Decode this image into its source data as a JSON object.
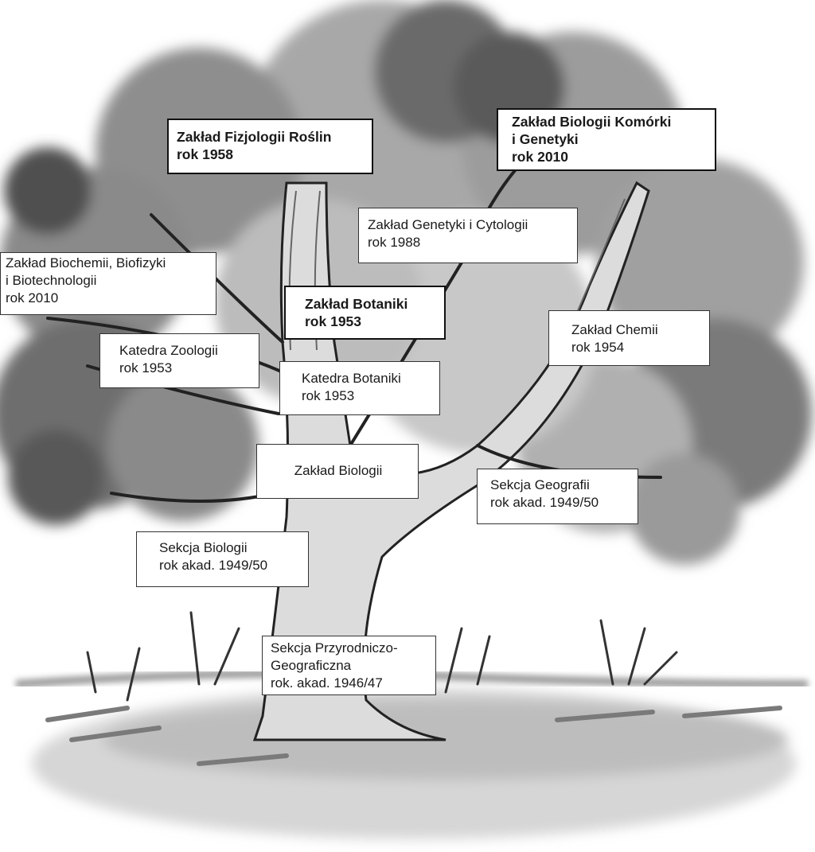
{
  "colors": {
    "foliage_dark": "#4a4a4a",
    "foliage_mid": "#8a8a8a",
    "foliage_light": "#c4c4c4",
    "trunk": "#d0d0d0",
    "ink": "#1a1a1a",
    "box_border": "#333333"
  },
  "labels": {
    "sekcja_przyrodniczo": [
      "Sekcja Przyrodniczo-",
      "Geograficzna",
      "rok. akad. 1946/47"
    ],
    "sekcja_biologii": [
      "Sekcja Biologii",
      "rok akad. 1949/50"
    ],
    "sekcja_geografii": [
      "Sekcja Geografii",
      "rok akad. 1949/50"
    ],
    "zaklad_biologii": [
      "Zakład Biologii"
    ],
    "katedra_botaniki": [
      "Katedra Botaniki",
      "rok 1953"
    ],
    "katedra_zoologii": [
      "Katedra Zoologii",
      "rok 1953"
    ],
    "zaklad_botaniki": [
      "Zakład Botaniki",
      "rok 1953"
    ],
    "zaklad_chemii": [
      "Zakład Chemii",
      "rok 1954"
    ],
    "zaklad_biochemii": [
      "Zakład Biochemii, Biofizyki",
      "i Biotechnologii",
      "rok 2010"
    ],
    "zaklad_genetyki_cytologii": [
      "Zakład Genetyki i Cytologii",
      "rok 1988"
    ],
    "zaklad_fizjologii": [
      "Zakład Fizjologii Roślin",
      "rok 1958"
    ],
    "zaklad_biologii_komorki": [
      "Zakład Biologii Komórki",
      "i Genetyki",
      "rok 2010"
    ]
  }
}
